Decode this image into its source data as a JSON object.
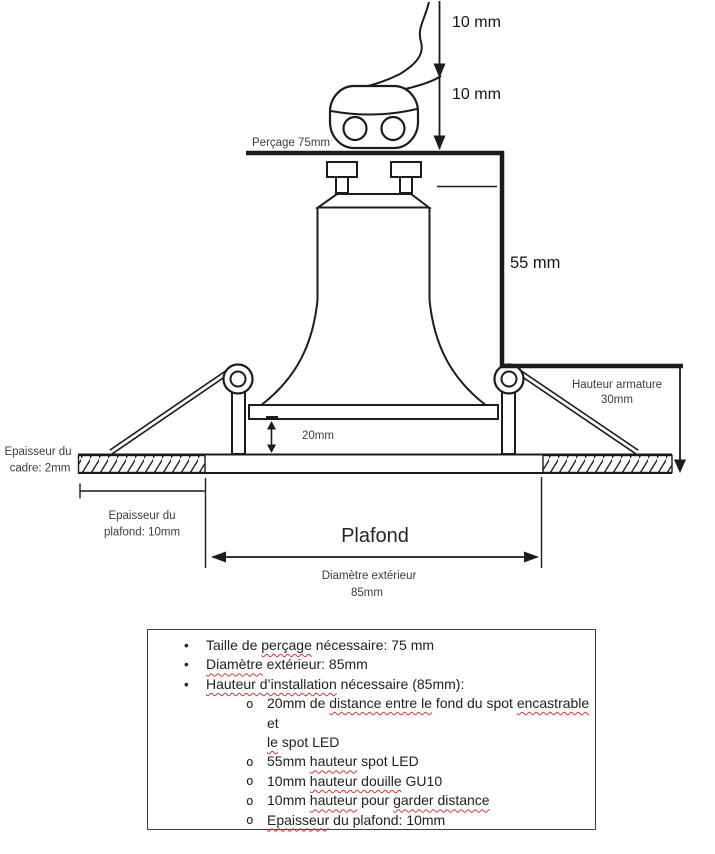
{
  "colors": {
    "line": "#1c1c1c",
    "label": "#3d3d3d",
    "ink": "#161616",
    "ink2": "#212121",
    "squiggle": "#e03131",
    "border": "#404040"
  },
  "diagram": {
    "labels": {
      "dim_10mm_top": "10 mm",
      "dim_10mm_bottom": "10 mm",
      "percage": "Perçage 75mm",
      "dim_55mm": "55 mm",
      "hauteur_armature_line1": "Hauteur armature",
      "hauteur_armature_line2": "30mm",
      "dim_20mm": "20mm",
      "epaisseur_cadre_line1": "Epaisseur du",
      "epaisseur_cadre_line2": "cadre: 2mm",
      "epaisseur_plafond_line1": "Epaisseur du",
      "epaisseur_plafond_line2": "plafond: 10mm",
      "plafond": "Plafond",
      "diametre_exterieur_line1": "Diamètre extérieur",
      "diametre_exterieur_line2": "85mm"
    }
  },
  "notes": {
    "items": [
      {
        "level": 1,
        "marker": "•",
        "segments": [
          {
            "text": "Taille de "
          },
          {
            "text": "perçage",
            "misspelled": true
          },
          {
            "text": " nécessaire: 75 mm"
          }
        ]
      },
      {
        "level": 1,
        "marker": "•",
        "segments": [
          {
            "text": "Diamètre",
            "misspelled": true
          },
          {
            "text": " extérieur: 85mm"
          }
        ]
      },
      {
        "level": 1,
        "marker": "•",
        "segments": [
          {
            "text": "Hauteur d’installation",
            "misspelled": true
          },
          {
            "text": " nécessaire (85mm):"
          }
        ]
      },
      {
        "level": 2,
        "marker": "o",
        "segments": [
          {
            "text": "20mm de "
          },
          {
            "text": "distance entre le",
            "misspelled": true
          },
          {
            "text": " fond du spot "
          },
          {
            "text": "encastrable",
            "misspelled": true
          },
          {
            "text": " et"
          }
        ]
      },
      {
        "level": 2,
        "marker": "",
        "segments": [
          {
            "text": "le",
            "misspelled": true
          },
          {
            "text": " spot LED"
          }
        ]
      },
      {
        "level": 2,
        "marker": "o",
        "segments": [
          {
            "text": "55mm "
          },
          {
            "text": "hauteur",
            "misspelled": true
          },
          {
            "text": " spot LED"
          }
        ]
      },
      {
        "level": 2,
        "marker": "o",
        "segments": [
          {
            "text": "10mm "
          },
          {
            "text": "hauteur douille",
            "misspelled": true
          },
          {
            "text": " GU10"
          }
        ]
      },
      {
        "level": 2,
        "marker": "o",
        "segments": [
          {
            "text": "10mm "
          },
          {
            "text": "hauteur",
            "misspelled": true
          },
          {
            "text": " pour "
          },
          {
            "text": "garder distance",
            "misspelled": true
          }
        ]
      },
      {
        "level": 2,
        "marker": "o",
        "segments": [
          {
            "text": "Epaisseur",
            "misspelled": true
          },
          {
            "text": " du plafond: 10mm"
          }
        ]
      }
    ]
  }
}
